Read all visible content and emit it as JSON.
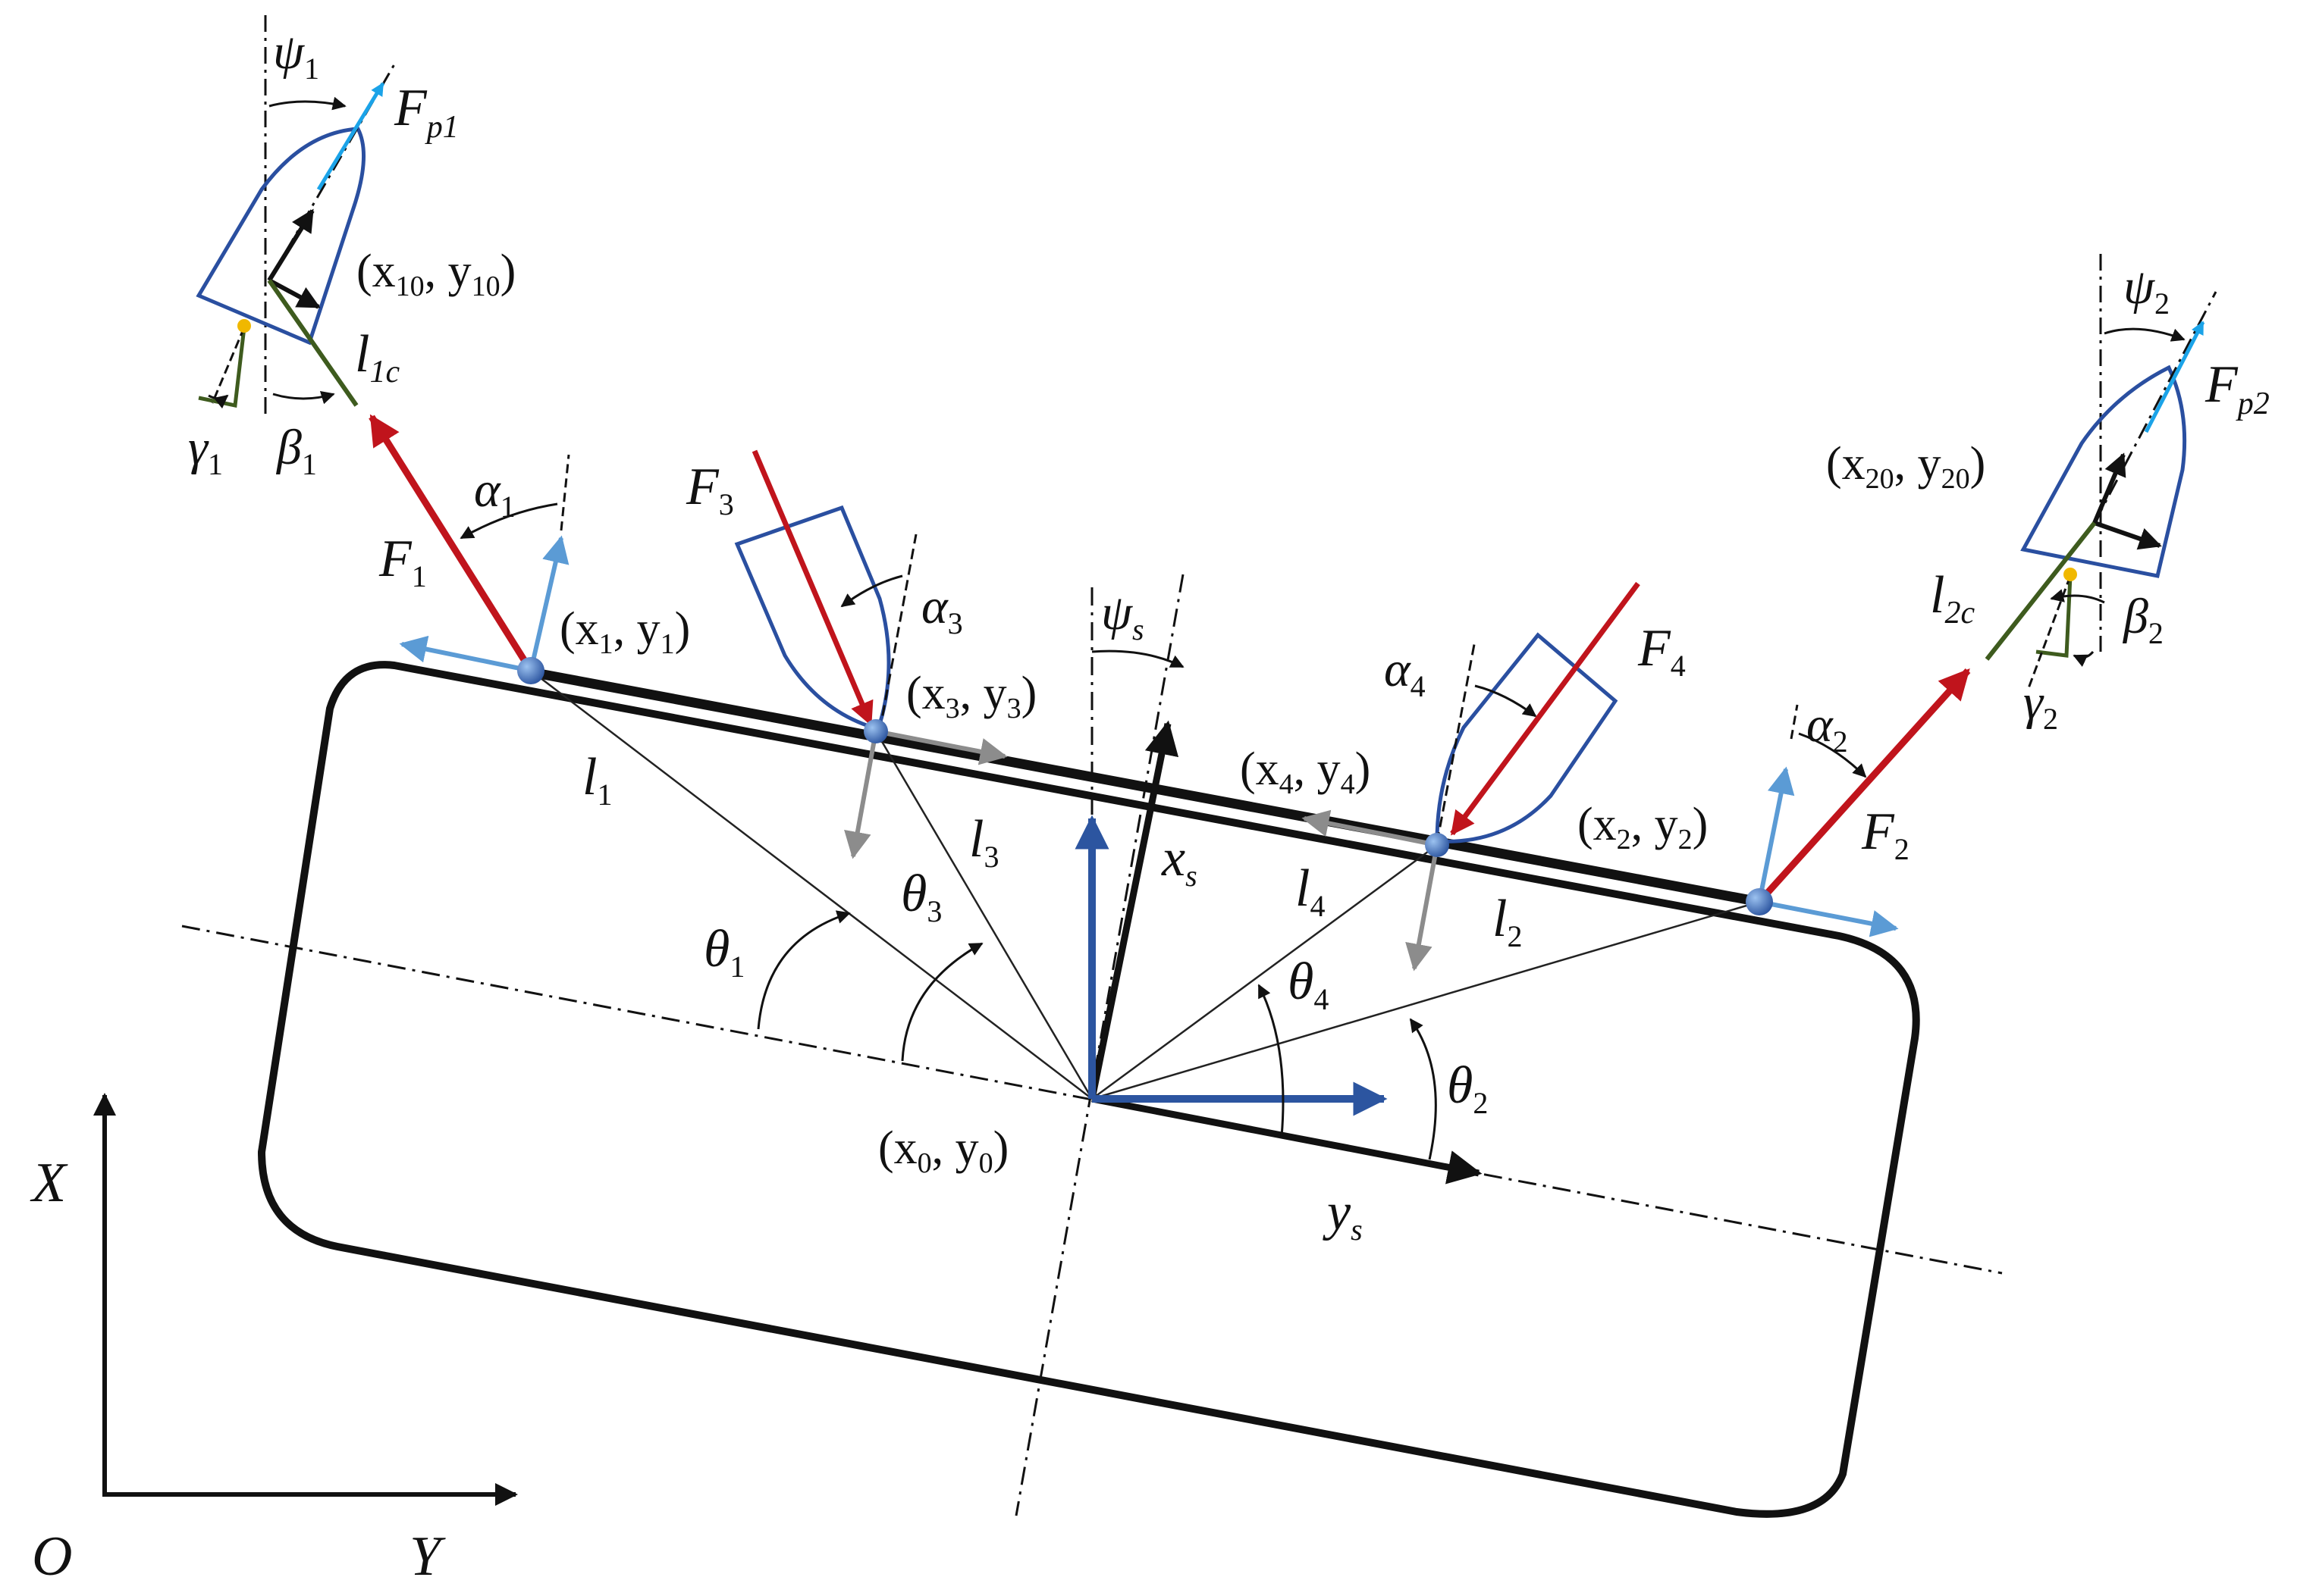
{
  "colors": {
    "hull": "#111111",
    "tug_outline": "#2a4fa0",
    "force_red": "#c0141c",
    "blue_dark": "#2c55a0",
    "blue_light": "#5b9bd5",
    "cyan": "#1ba3e8",
    "gray": "#8c8c8c",
    "green_dark": "#3e5b1e",
    "yellow": "#f0b800"
  },
  "icons": [
    "joint-node-icon",
    "arrow-head-icon",
    "angle-arc-icon"
  ],
  "labels": {
    "psi1": {
      "m": "ψ",
      "s": "1"
    },
    "psi2": {
      "m": "ψ",
      "s": "2"
    },
    "psis": {
      "m": "ψ",
      "s": "s"
    },
    "fp1": {
      "m": "F",
      "s": "p1"
    },
    "fp2": {
      "m": "F",
      "s": "p2"
    },
    "x10y10": {
      "a": "(x",
      "as": "10",
      "b": ", y",
      "bs": "10",
      "c": ")"
    },
    "x20y20": {
      "a": "(x",
      "as": "20",
      "b": ", y",
      "bs": "20",
      "c": ")"
    },
    "l1c": {
      "m": "l",
      "s": "1c"
    },
    "l2c": {
      "m": "l",
      "s": "2c"
    },
    "gamma1": {
      "m": "γ",
      "s": "1"
    },
    "gamma2": {
      "m": "γ",
      "s": "2"
    },
    "beta1": {
      "m": "β",
      "s": "1"
    },
    "beta2": {
      "m": "β",
      "s": "2"
    },
    "alpha1": {
      "m": "α",
      "s": "1"
    },
    "alpha2": {
      "m": "α",
      "s": "2"
    },
    "alpha3": {
      "m": "α",
      "s": "3"
    },
    "alpha4": {
      "m": "α",
      "s": "4"
    },
    "f1": {
      "m": "F",
      "s": "1"
    },
    "f2": {
      "m": "F",
      "s": "2"
    },
    "f3": {
      "m": "F",
      "s": "3"
    },
    "f4": {
      "m": "F",
      "s": "4"
    },
    "x1y1": {
      "a": "(x",
      "as": "1",
      "b": ", y",
      "bs": "1",
      "c": ")"
    },
    "x2y2": {
      "a": "(x",
      "as": "2",
      "b": ", y",
      "bs": "2",
      "c": ")"
    },
    "x3y3": {
      "a": "(x",
      "as": "3",
      "b": ", y",
      "bs": "3",
      "c": ")"
    },
    "x4y4": {
      "a": "(x",
      "as": "4",
      "b": ", y",
      "bs": "4",
      "c": ")"
    },
    "x0y0": {
      "a": "(x",
      "as": "0",
      "b": ", y",
      "bs": "0",
      "c": ")"
    },
    "l1": {
      "m": "l",
      "s": "1"
    },
    "l2": {
      "m": "l",
      "s": "2"
    },
    "l3": {
      "m": "l",
      "s": "3"
    },
    "l4": {
      "m": "l",
      "s": "4"
    },
    "theta1": {
      "m": "θ",
      "s": "1"
    },
    "theta2": {
      "m": "θ",
      "s": "2"
    },
    "theta3": {
      "m": "θ",
      "s": "3"
    },
    "theta4": {
      "m": "θ",
      "s": "4"
    },
    "xs": {
      "m": "x",
      "s": "s"
    },
    "ys": {
      "m": "y",
      "s": "s"
    },
    "axisX": "X",
    "axisY": "Y",
    "axisO": "O"
  }
}
